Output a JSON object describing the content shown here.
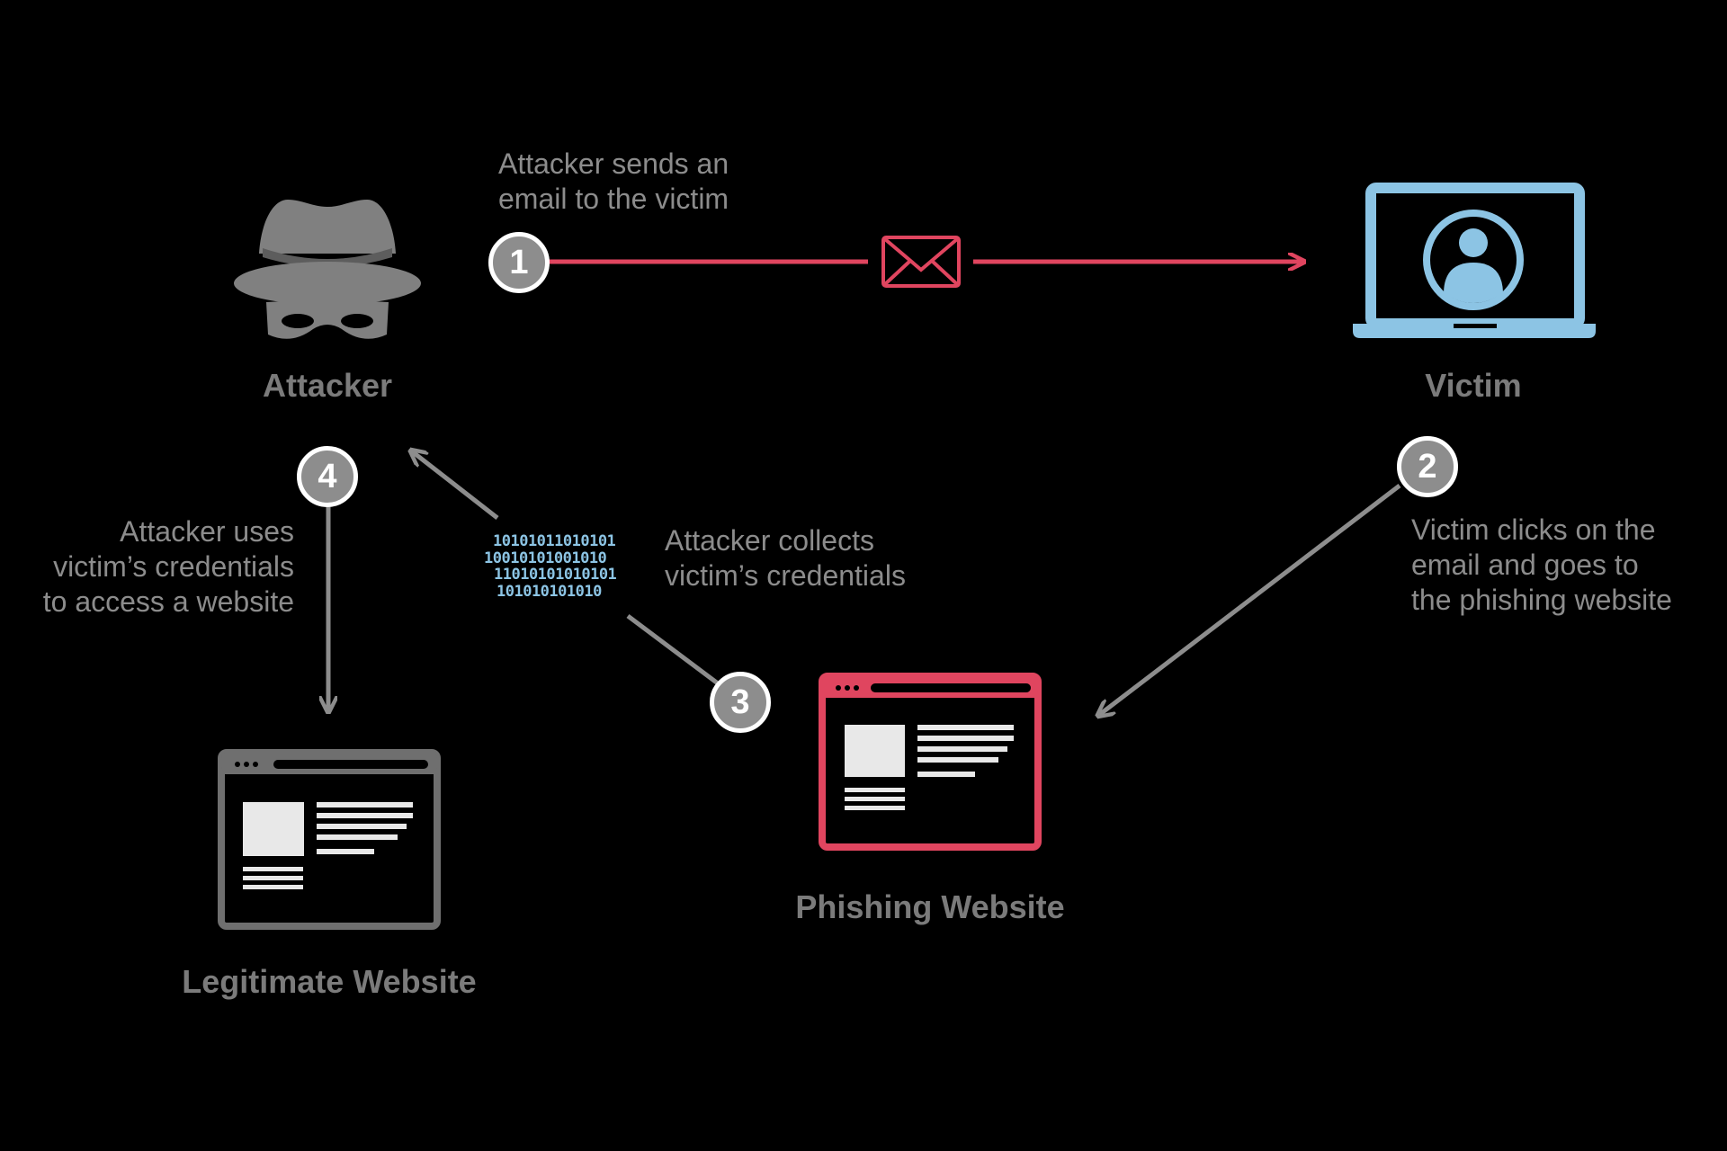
{
  "nodes": {
    "attacker": "Attacker",
    "victim": "Victim",
    "phishing": "Phishing Website",
    "legitimate": "Legitimate Website"
  },
  "steps": [
    {
      "number": "1",
      "text": [
        "Attacker sends an",
        "email to the victim"
      ]
    },
    {
      "number": "2",
      "text": [
        "Victim clicks on the",
        "email and goes to",
        "the phishing website"
      ]
    },
    {
      "number": "3",
      "text": [
        "Attacker collects",
        "victim’s credentials"
      ]
    },
    {
      "number": "4",
      "text": [
        "Attacker uses",
        "victim’s credentials",
        "to access a website"
      ]
    }
  ],
  "binary": [
    "10101011010101",
    "10010101001010",
    "11010101010101",
    "101010101010"
  ],
  "icons": {
    "attacker": "spy-hat-mask-icon",
    "victim": "laptop-user-icon",
    "email": "envelope-icon",
    "phishing": "browser-window-icon",
    "legitimate": "browser-window-icon",
    "credentials": "binary-data-icon"
  },
  "colors": {
    "background": "#000000",
    "flow_line": "#e0455f",
    "victim": "#8cc4e4",
    "phishing": "#e0455f",
    "neutral": "#7b7b7b",
    "text": "#8c8c8c"
  }
}
